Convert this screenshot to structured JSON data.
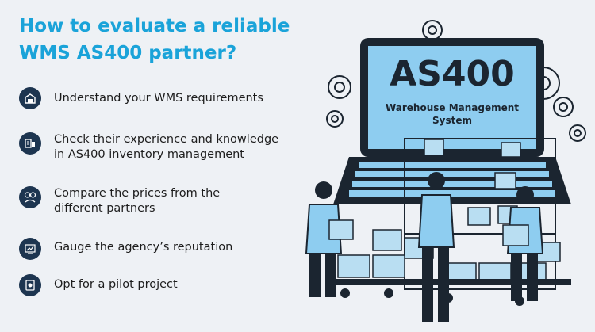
{
  "title": {
    "line1": "How to evaluate a reliable",
    "line2": "WMS AS400 partner?"
  },
  "items": [
    {
      "label_line1": "Understand your WMS requirements",
      "label_line2": "",
      "icon": "warehouse-icon"
    },
    {
      "label_line1": "Check their experience and knowledge",
      "label_line2": "in AS400 inventory management",
      "icon": "inventory-boxes-icon"
    },
    {
      "label_line1": "Compare the prices from the",
      "label_line2": "different partners",
      "icon": "price-compare-icon"
    },
    {
      "label_line1": "Gauge the agency’s reputation",
      "label_line2": "",
      "icon": "reputation-chart-icon"
    },
    {
      "label_line1": "Opt for a pilot project",
      "label_line2": "",
      "icon": "pilot-project-icon"
    }
  ],
  "screen": {
    "brand": "AS400",
    "subtitle_line1": "Warehouse Management",
    "subtitle_line2": "System"
  },
  "colors": {
    "accent": "#1aa3d9",
    "icon_bg": "#1d3550",
    "screen_blue": "#8ecdf0",
    "dark": "#1b2530"
  }
}
